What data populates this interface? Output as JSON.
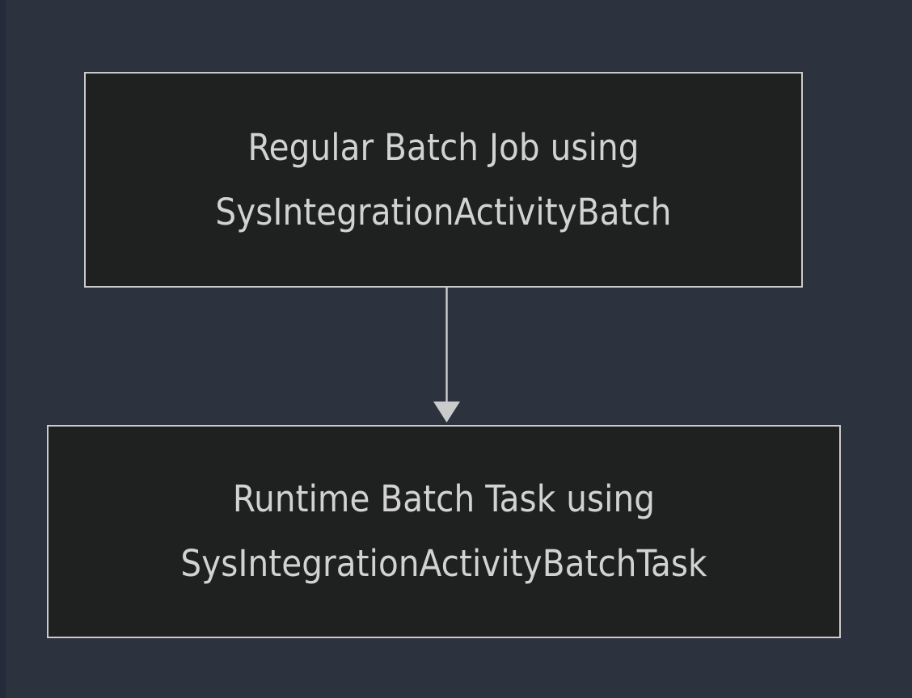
{
  "diagram": {
    "type": "flowchart",
    "direction": "top-down",
    "background_color": "#2d323f",
    "gutter_color": "#262b3c",
    "node_fill_color": "#1f2020",
    "node_border_color": "#cbcbcb",
    "text_color": "#d2d2d2",
    "edge_color": "#cbcbcb",
    "nodes": [
      {
        "id": "batch-job",
        "line1": "Regular Batch Job using",
        "line2": "SysIntegrationActivityBatch"
      },
      {
        "id": "batch-task",
        "line1": "Runtime Batch Task using",
        "line2": "SysIntegrationActivityBatchTask"
      }
    ],
    "edges": [
      {
        "id": "batch-job-to-batch-task",
        "from": "batch-job",
        "to": "batch-task",
        "label": "",
        "arrowhead": "filled-triangle"
      }
    ]
  }
}
